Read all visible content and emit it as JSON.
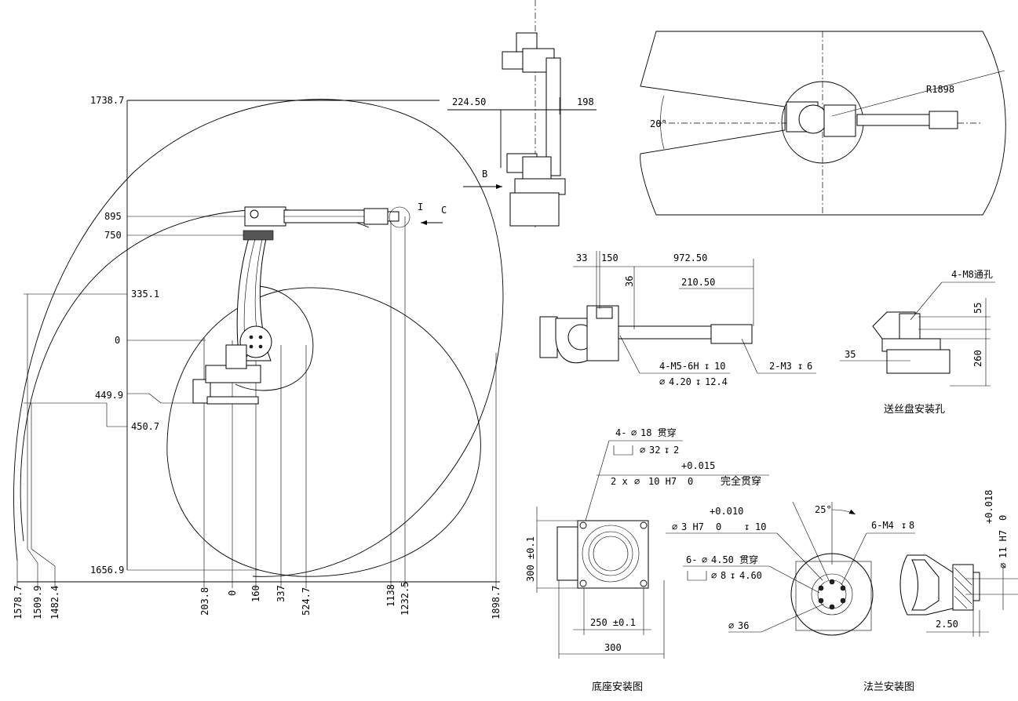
{
  "workspace": {
    "y_dims": [
      "1738.7",
      "895",
      "750",
      "335.1",
      "0",
      "449.9",
      "450.7",
      "1656.9"
    ],
    "x_dims": [
      "1578.7",
      "1509.9",
      "1482.4",
      "203.8",
      "0",
      "160",
      "337",
      "524.7",
      "1138",
      "1232.5",
      "1898.7"
    ],
    "view_I": "I",
    "view_C": "C"
  },
  "side_view": {
    "dim_left": "224.50",
    "dim_right": "198",
    "view_B": "B"
  },
  "top_view": {
    "radius": "R1898",
    "angle": "20°"
  },
  "front_view": {
    "dim_33": "33",
    "dim_150": "150",
    "dim_972": "972.50",
    "dim_36": "36",
    "dim_210": "210.50",
    "callout_m5": "4-M5-6H",
    "callout_m5_depth": "10",
    "callout_d42": "4.20",
    "callout_d42_depth": "12.4",
    "callout_m3": "2-M3",
    "callout_m3_depth": "6"
  },
  "feeder_view": {
    "callout_m8": "4-M8通孔",
    "dim_55": "55",
    "dim_35": "35",
    "dim_260": "260",
    "caption": "送丝盘安装孔"
  },
  "base_view": {
    "callout1": "4-",
    "callout1_dia": "18 贯穿",
    "callout1_cb_dia": "32",
    "callout1_cb_depth": "2",
    "tol_upper": "+0.015",
    "pin_prefix": "2 x",
    "pin_spec": "10 H7",
    "pin_lower": "0",
    "pin_note": "完全贯穿",
    "dim_300_side": "300 ±0.1",
    "dim_250": "250 ±0.1",
    "dim_300": "300",
    "caption": "底座安装图"
  },
  "flange_view": {
    "tol_upper": "+0.010",
    "pin_spec": "3 H7",
    "pin_lower": "0",
    "pin_depth": "10",
    "angle": "25°",
    "tap": "6-M4",
    "tap_depth": "8",
    "hole_prefix": "6-",
    "hole_dia": "4.50 贯穿",
    "hole_cb_dia": "8",
    "hole_cb_depth": "4.60",
    "d36": "36",
    "bore_upper": "+0.018",
    "bore_spec": "11 H7",
    "bore_lower": "0",
    "dim_250b": "2.50",
    "caption": "法兰安装图"
  }
}
